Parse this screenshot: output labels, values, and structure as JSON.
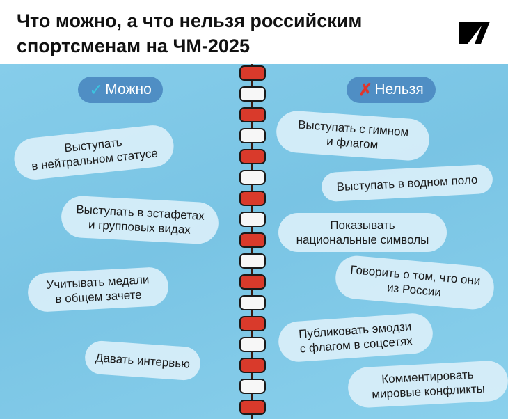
{
  "title": "Что можно, а что нельзя российским\nспортсменам на ЧМ-2025",
  "logo": "logo",
  "allowed": {
    "label": "Можно",
    "icon": "checkmark-icon",
    "items": [
      "Выступать\nв нейтральном статусе",
      "Выступать в эстафетах\nи групповых видах",
      "Учитывать медали\nв общем зачете",
      "Давать интервью"
    ]
  },
  "forbidden": {
    "label": "Нельзя",
    "icon": "cross-icon",
    "items": [
      "Выступать с гимном\nи флагом",
      "Выступать в водном поло",
      "Показывать\nнациональные символы",
      "Говорить о том, что они\nиз России",
      "Публиковать эмодзи\nс флагом в соцсетях",
      "Комментировать\nмировые конфликты"
    ]
  },
  "colors": {
    "background": "#7ec8e6",
    "header_pill": "#4f8ec4",
    "float_red": "#d93a2b",
    "check": "#3cc4e0",
    "cross": "#e0352b"
  }
}
